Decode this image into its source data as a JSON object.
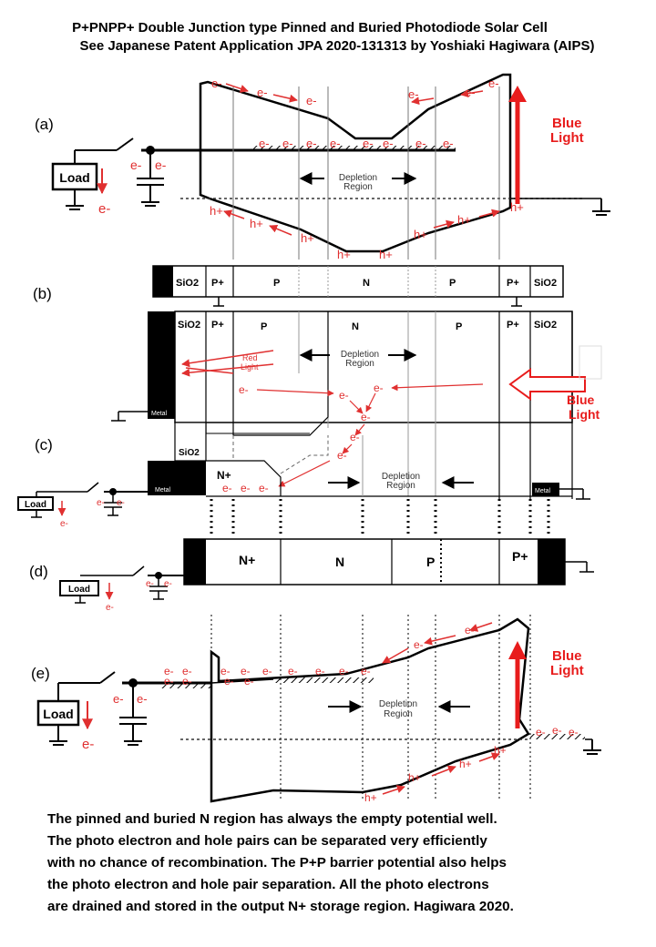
{
  "title_line1": "P+PNPP+ Double Junction  type Pinned and Buried Photodiode Solar Cell",
  "title_line2": "See Japanese Patent Application JPA 2020-131313 by Yoshiaki Hagiwara (AIPS)",
  "panel_labels": {
    "a": "(a)",
    "b": "(b)",
    "c": "(c)",
    "d": "(d)",
    "e": "(e)"
  },
  "common": {
    "load": "Load",
    "electron": "e-",
    "hole": "h+",
    "depletion_line1": "Depletion",
    "depletion_line2": "Region",
    "blue_light_line1": "Blue",
    "blue_light_line2": "Light",
    "red_light_line1": "Red",
    "red_light_line2": "Light",
    "metal": "Metal"
  },
  "regions_b": [
    "SiO2",
    "P+",
    "P",
    "N",
    "P",
    "P+",
    "SiO2"
  ],
  "regions_c_top": [
    "SiO2",
    "P+",
    "P",
    "N",
    "P",
    "P+",
    "SiO2"
  ],
  "regions_c_bottom": [
    "SiO2",
    "N+"
  ],
  "regions_d": [
    "N+",
    "N",
    "P",
    "P+"
  ],
  "caption_lines": [
    "The pinned and buried N region has always the empty potential well.",
    "The photo electron and hole pairs can be separated very efficiently",
    "with no chance of recombination.  The P+P barrier potential also helps",
    "the photo electron and hole pair separation.  All the photo electrons",
    "are drained and stored in the output N+ storage region. Hagiwara 2020."
  ],
  "colors": {
    "arrow_red": "#e81c1c",
    "carrier_red": "#e03030",
    "ink": "#000000"
  }
}
